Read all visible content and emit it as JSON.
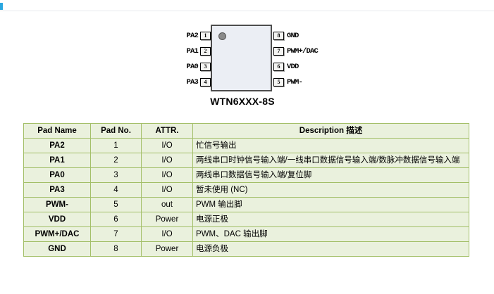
{
  "chip": {
    "title": "WTN6XXX-8S",
    "left_pins": [
      {
        "number": "1",
        "label": "PA2"
      },
      {
        "number": "2",
        "label": "PA1"
      },
      {
        "number": "3",
        "label": "PA0"
      },
      {
        "number": "4",
        "label": "PA3"
      }
    ],
    "right_pins": [
      {
        "number": "8",
        "label": "GND"
      },
      {
        "number": "7",
        "label": "PWM+/DAC"
      },
      {
        "number": "6",
        "label": "VDD"
      },
      {
        "number": "5",
        "label": "PWM-"
      }
    ]
  },
  "table": {
    "headers": [
      "Pad Name",
      "Pad No.",
      "ATTR.",
      "Description 描述"
    ],
    "rows": [
      {
        "pad_name": "PA2",
        "pad_no": "1",
        "attr": "I/O",
        "description": "忙信号输出"
      },
      {
        "pad_name": "PA1",
        "pad_no": "2",
        "attr": "I/O",
        "description": "两线串口时钟信号输入端/一线串口数据信号输入端/数脉冲数据信号输入端"
      },
      {
        "pad_name": "PA0",
        "pad_no": "3",
        "attr": "I/O",
        "description": "两线串口数据信号输入端/复位脚"
      },
      {
        "pad_name": "PA3",
        "pad_no": "4",
        "attr": "I/O",
        "description": "暂未使用 (NC)"
      },
      {
        "pad_name": "PWM-",
        "pad_no": "5",
        "attr": "out",
        "description": "PWM 输出脚"
      },
      {
        "pad_name": "VDD",
        "pad_no": "6",
        "attr": "Power",
        "description": "电源正极"
      },
      {
        "pad_name": "PWM+/DAC",
        "pad_no": "7",
        "attr": "I/O",
        "description": "PWM、DAC 输出脚"
      },
      {
        "pad_name": "GND",
        "pad_no": "8",
        "attr": "Power",
        "description": "电源负极"
      }
    ]
  },
  "colors": {
    "table_cell_bg": "#EAF1DD",
    "table_border": "#A3BF68",
    "chip_body_fill": "#EBEEF4",
    "chip_border": "#4D4D4D",
    "pin1_dot": "#8A8A8A",
    "artifact_blue": "#2AA7E0"
  }
}
